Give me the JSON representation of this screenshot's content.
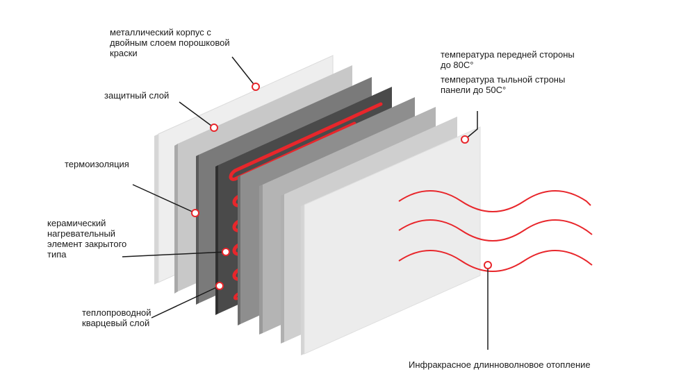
{
  "labels": {
    "metal_case": "металлический корпус  с\nдвойным слоем порошковой\nкраски",
    "protective_layer": "защитный слой",
    "thermal_insulation": "термоизоляция",
    "ceramic_element": "керамический\nнагревательный\nэлемент закрытого\nтипа",
    "quartz_layer": "теплопроводной\nкварцевый слой",
    "front_temp": "температура передней стороны\nдо 80С°",
    "back_temp": "температура тыльной строны\nпанели до 50С°",
    "infrared": "Инфракрасное длинноволновое отопление"
  },
  "colors": {
    "accent": "#e8262b",
    "leader_line": "#1a1a1a"
  }
}
